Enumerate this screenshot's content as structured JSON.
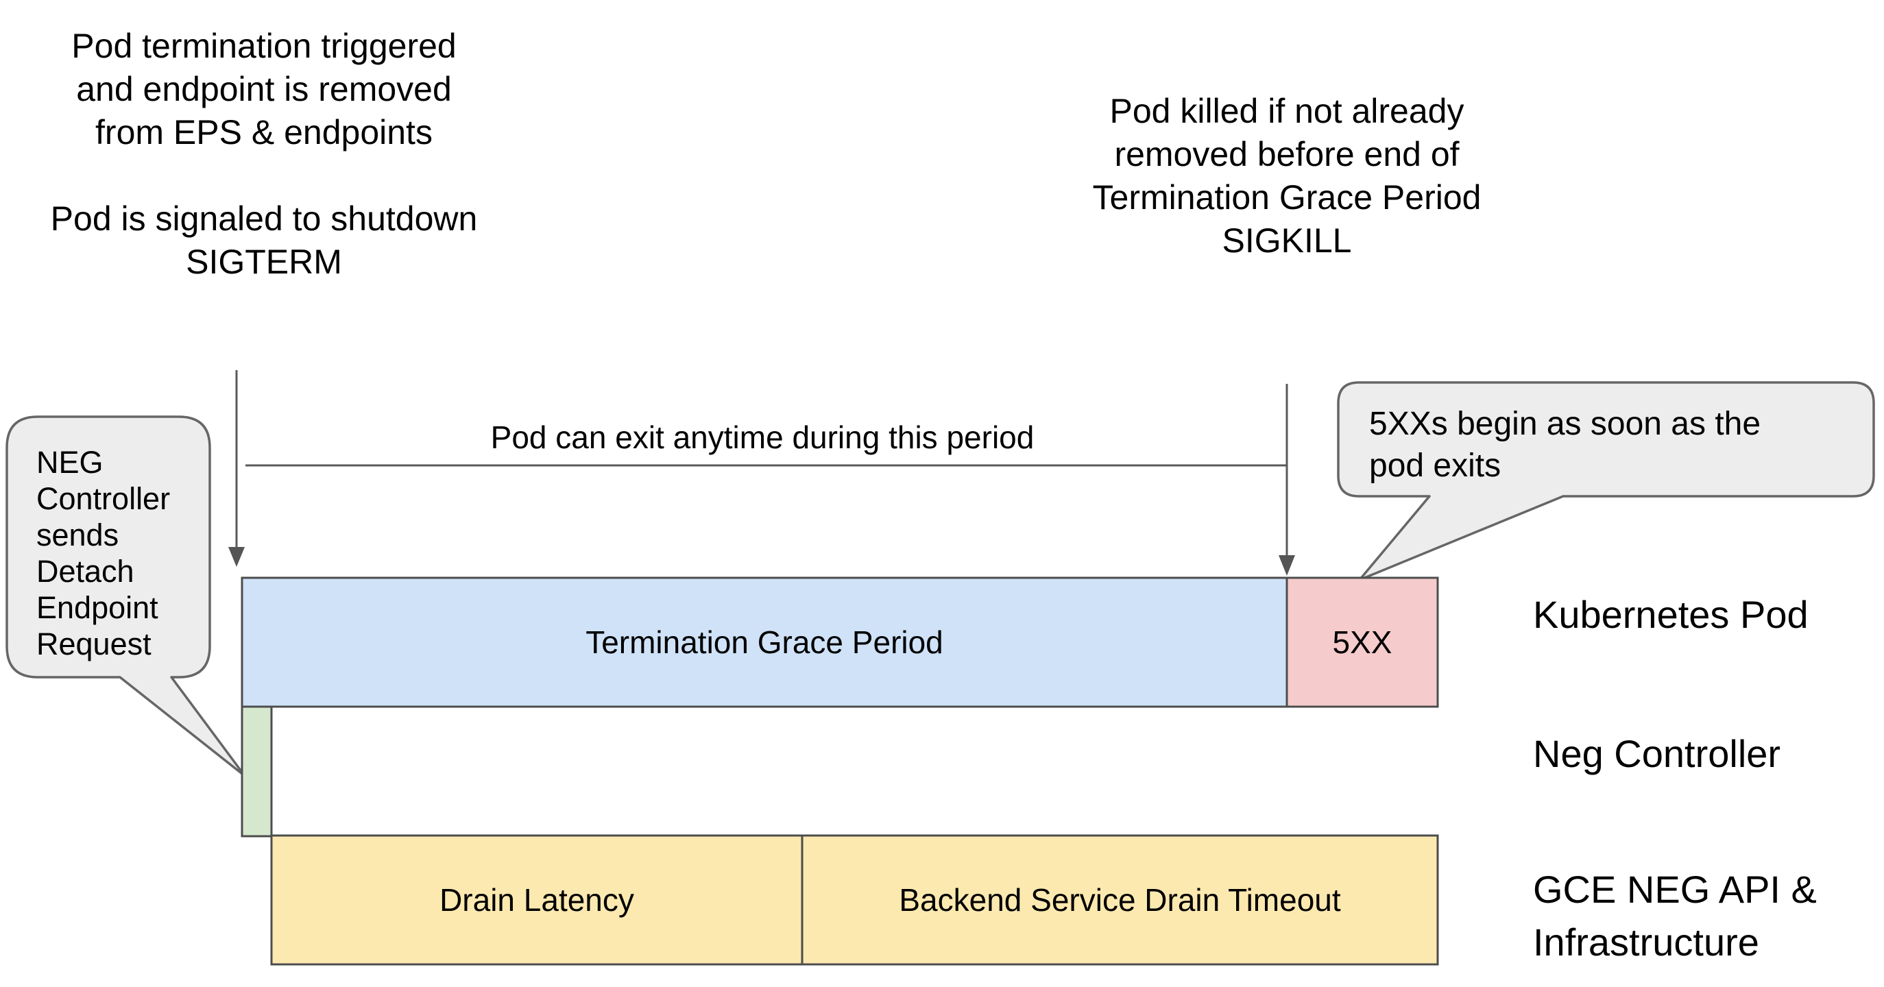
{
  "colors": {
    "blue_bar": "#cfe2f8",
    "pink_bar": "#f5cccb",
    "green_bar": "#d5e8ce",
    "yellow_bar": "#fce9b0",
    "bubble_fill": "#ededed",
    "bubble_border": "#666666",
    "bar_border": "#4d4d4d",
    "connector_line": "#595959",
    "text": "#000000"
  },
  "annotations": {
    "top_left": "Pod termination triggered\nand endpoint is removed\nfrom EPS & endpoints\n\nPod is signaled to shutdown\nSIGTERM",
    "top_right": "Pod killed if not already\nremoved before end of\nTermination Grace Period\nSIGKILL",
    "period_label": "Pod can exit anytime during this period",
    "left_bubble": "NEG\nController\nsends\nDetach\nEndpoint\nRequest",
    "right_bubble": "5XXs begin as soon as the\npod exits"
  },
  "bars": {
    "termination_grace_period": "Termination Grace Period",
    "error_5xx": "5XX",
    "drain_latency": "Drain Latency",
    "backend_service_drain_timeout": "Backend Service Drain Timeout"
  },
  "row_labels": {
    "kubernetes_pod": "Kubernetes Pod",
    "neg_controller": "Neg Controller",
    "gce_neg": "GCE NEG API &\nInfrastructure"
  }
}
